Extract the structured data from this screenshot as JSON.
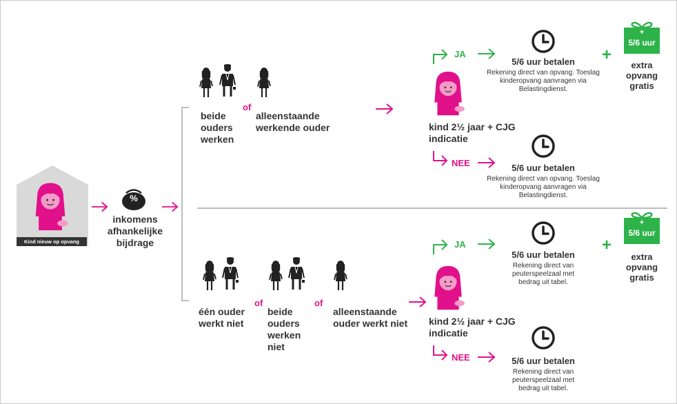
{
  "start": {
    "house_label": "Kind nieuw op opvang",
    "purse_symbol": "%",
    "purse_label": "inkomens afhankelijke bijdrage"
  },
  "top_branch": {
    "group1_label": "beide ouders werken",
    "or1": "of",
    "group2_label": "alleenstaande werkende ouder",
    "question": "kind 2½ jaar + CJG indicatie",
    "yes": {
      "answer": "JA",
      "pay_title": "5/6 uur betalen",
      "pay_desc": "Rekening direct van opvang. Toeslag kinderopvang aanvragen via Belastingdienst.",
      "gift_label": "5/6 uur",
      "gift_plus": "+",
      "plus": "+",
      "extra_label": "extra opvang gratis"
    },
    "no": {
      "answer": "NEE",
      "pay_title": "5/6 uur betalen",
      "pay_desc": "Rekening direct van opvang. Toeslag kinderopvang aanvragen via Belastingdienst."
    }
  },
  "bottom_branch": {
    "group1_label": "één ouder werkt niet",
    "or1": "of",
    "group2_label": "beide ouders werken niet",
    "or2": "of",
    "group3_label": "alleenstaande ouder werkt niet",
    "question": "kind 2½ jaar + CJG indicatie",
    "yes": {
      "answer": "JA",
      "pay_title": "5/6 uur betalen",
      "pay_desc": "Rekening direct van peuterspeelzaal met bedrag uit tabel.",
      "gift_label": "5/6 uur",
      "gift_plus": "+",
      "plus": "+",
      "extra_label": "extra opvang gratis"
    },
    "no": {
      "answer": "NEE",
      "pay_title": "5/6 uur betalen",
      "pay_desc": "Rekening direct van peuterspeelzaal met bedrag uit tabel."
    }
  },
  "colors": {
    "magenta": "#e0118a",
    "green": "#2db34a",
    "dark": "#333333",
    "grey": "#bdbdbd"
  },
  "icons": [
    "house-icon",
    "child-icon",
    "purse-icon",
    "parent-icon",
    "clock-icon",
    "gift-icon",
    "arrow-icon"
  ]
}
